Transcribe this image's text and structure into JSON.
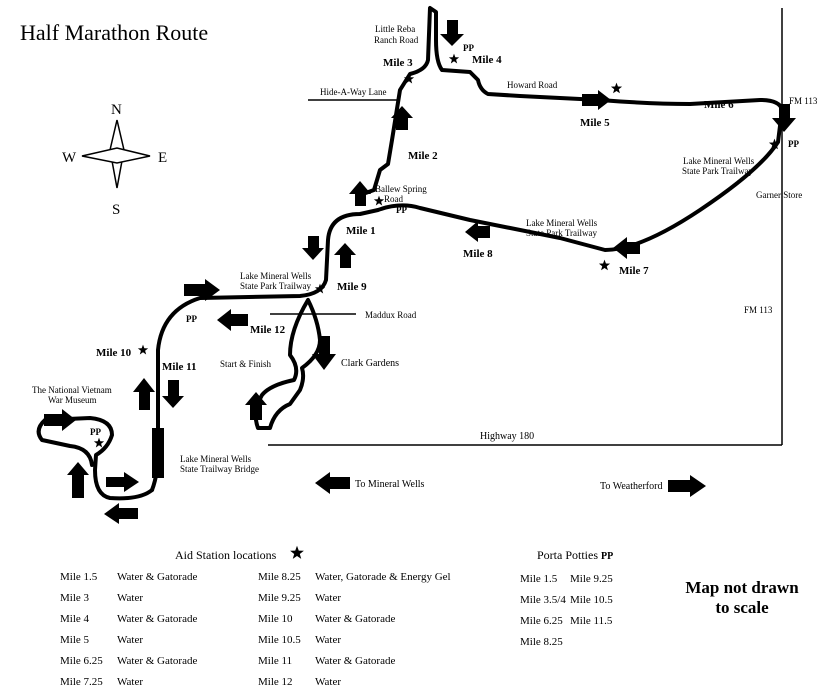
{
  "title": "Half Marathon Route",
  "compass": {
    "n": "N",
    "s": "S",
    "e": "E",
    "w": "W"
  },
  "roads": {
    "little_reba": [
      "Little Reba",
      "Ranch Road"
    ],
    "hide_a_way": "Hide-A-Way Lane",
    "howard": "Howard Road",
    "fm113_top": "FM 113",
    "fm113_side": "FM 113",
    "ballew": [
      "Ballew Spring",
      "Road"
    ],
    "maddux": "Maddux Road",
    "highway180": "Highway 180",
    "trail_right": [
      "Lake Mineral Wells",
      "State Park Trailway"
    ],
    "trail_mid": [
      "Lake Mineral Wells",
      "State Park Trailway"
    ],
    "trail_left": [
      "Lake Mineral Wells",
      "State Park Trailway"
    ],
    "bridge": [
      "Lake Mineral Wells",
      "State Trailway Bridge"
    ],
    "museum": [
      "The National Vietnam",
      "War Museum"
    ],
    "garner": "Garner Store",
    "start_finish": "Start & Finish",
    "clark": "Clark Gardens",
    "to_mineral_wells": "To Mineral Wells",
    "to_weatherford": "To Weatherford"
  },
  "miles": {
    "m1": "Mile 1",
    "m2": "Mile 2",
    "m3": "Mile 3",
    "m4": "Mile 4",
    "m5": "Mile 5",
    "m6": "Mile 6",
    "m7": "Mile 7",
    "m8": "Mile 8",
    "m9": "Mile 9",
    "m10": "Mile 10",
    "m11": "Mile 11",
    "m12": "Mile 12"
  },
  "pp_label": "PP",
  "aid_stations": {
    "header": "Aid Station locations",
    "col1": [
      {
        "mile": "Mile 1.5",
        "desc": "Water  & Gatorade"
      },
      {
        "mile": "Mile 3",
        "desc": "Water"
      },
      {
        "mile": "Mile 4",
        "desc": "Water & Gatorade"
      },
      {
        "mile": "Mile 5",
        "desc": "Water"
      },
      {
        "mile": "Mile 6.25",
        "desc": "Water & Gatorade"
      },
      {
        "mile": "Mile 7.25",
        "desc": "Water"
      }
    ],
    "col2": [
      {
        "mile": "Mile 8.25",
        "desc": "Water, Gatorade & Energy Gel"
      },
      {
        "mile": "Mile 9.25",
        "desc": "Water"
      },
      {
        "mile": "Mile 10",
        "desc": "Water & Gatorade"
      },
      {
        "mile": "Mile 10.5",
        "desc": "Water"
      },
      {
        "mile": "Mile 11",
        "desc": "Water & Gatorade"
      },
      {
        "mile": "Mile 12",
        "desc": "Water"
      }
    ]
  },
  "porta_potties": {
    "header": "Porta Potties",
    "abbr": "PP",
    "col1": [
      "Mile 1.5",
      "Mile 3.5/4",
      "Mile 6.25",
      "Mile 8.25"
    ],
    "col2": [
      "Mile 9.25",
      "Mile 10.5",
      "Mile 11.5"
    ]
  },
  "scale_note": [
    "Map not drawn",
    "to scale"
  ]
}
